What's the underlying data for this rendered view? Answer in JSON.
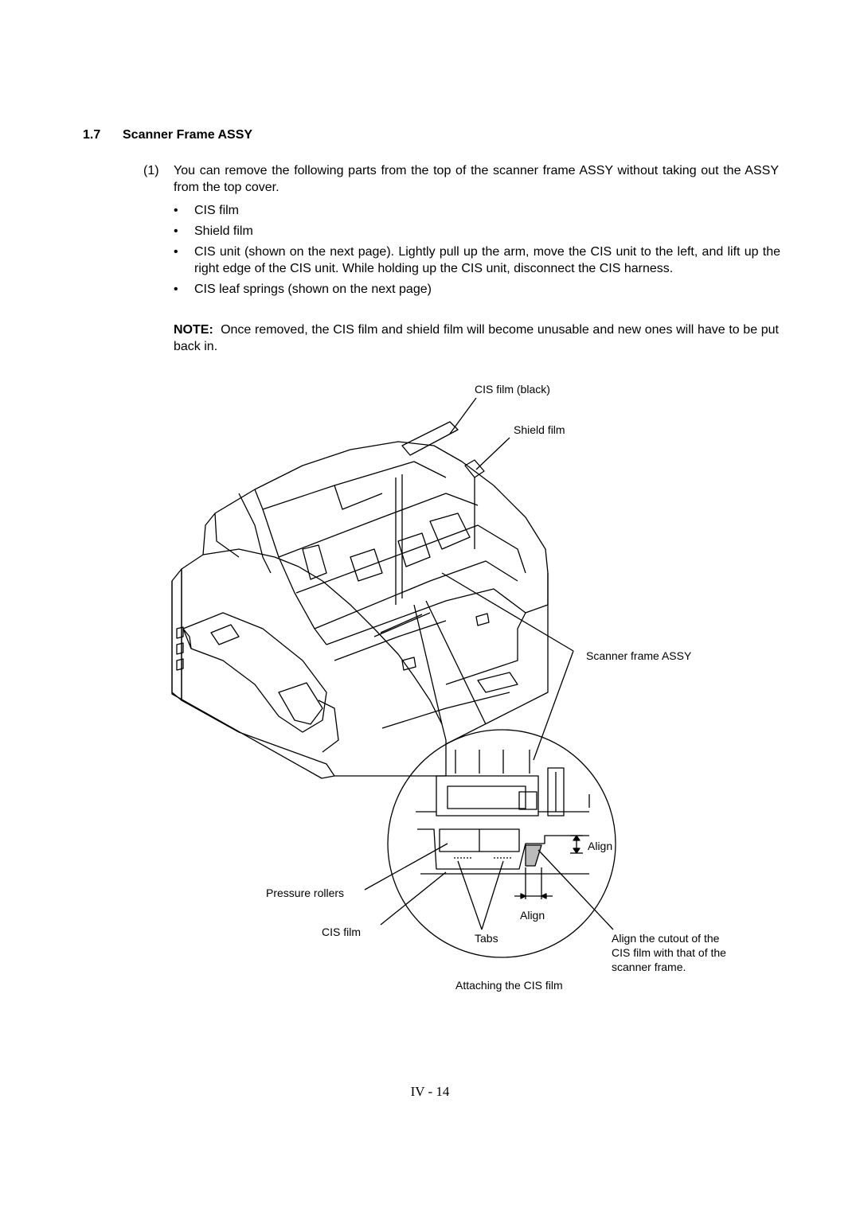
{
  "section": {
    "number": "1.7",
    "title": "Scanner Frame ASSY"
  },
  "step1": {
    "index": "(1)",
    "text": "You can remove the following parts from the top of the scanner frame ASSY without taking out the ASSY from the top cover."
  },
  "bullets": [
    "CIS film",
    "Shield film",
    "CIS unit (shown on the next page).  Lightly pull up the arm, move the CIS unit to the left, and lift up the right edge of the CIS unit.  While holding up the CIS unit, disconnect the CIS harness.",
    "CIS leaf springs (shown on the next page)"
  ],
  "note": {
    "label": "NOTE:",
    "text": "Once removed, the CIS film and shield film will become unusable and new ones will have to be put back in."
  },
  "figure": {
    "labels": {
      "cis_film_black": "CIS film (black)",
      "shield_film": "Shield film",
      "scanner_frame_assy": "Scanner frame ASSY",
      "align_top": "Align",
      "pressure_rollers": "Pressure rollers",
      "align_bottom": "Align",
      "cis_film": "CIS film",
      "tabs": "Tabs",
      "cutout_line1": "Align the cutout of the",
      "cutout_line2": "CIS film with that of the",
      "cutout_line3": "scanner frame.",
      "caption": "Attaching the CIS film"
    }
  },
  "footer": {
    "page_number": "IV - 14"
  }
}
